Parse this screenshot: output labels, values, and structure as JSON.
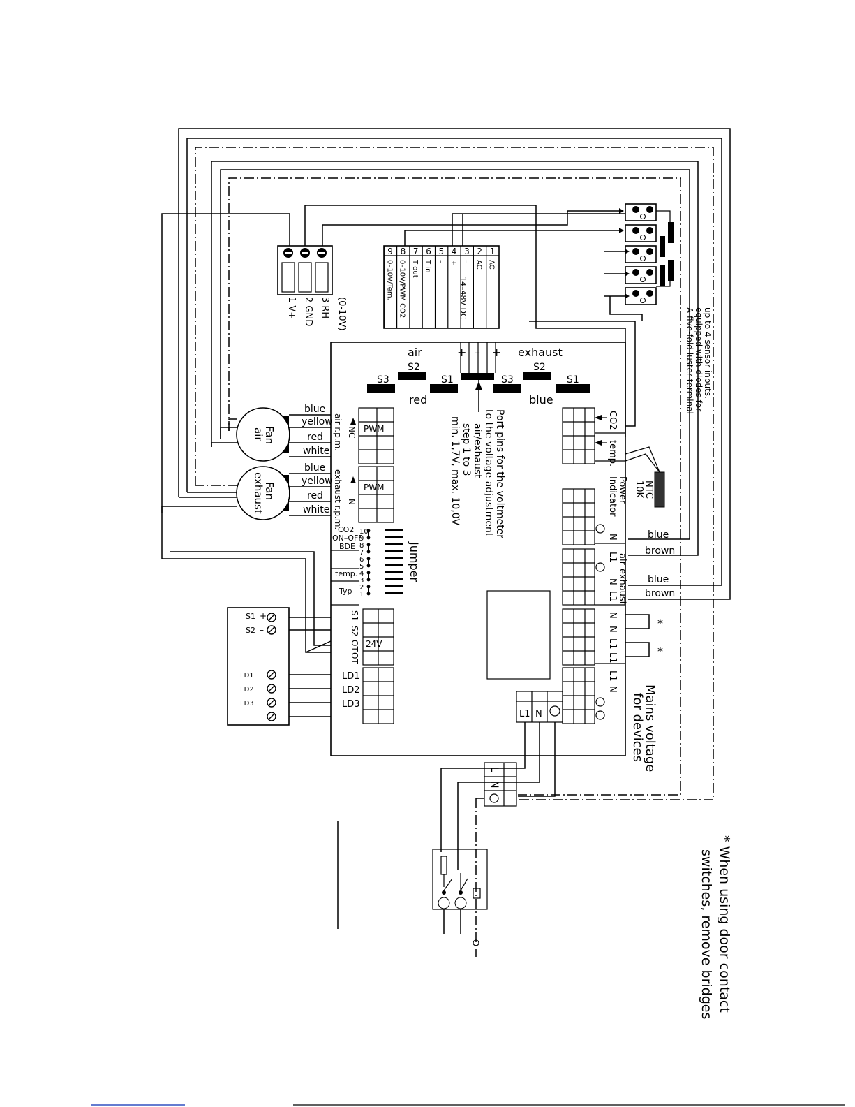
{
  "diagram": {
    "sensor_block": {
      "title": "(0-10V)",
      "terminals": [
        "3 RH",
        "2 GND",
        "1 V+"
      ]
    },
    "module_9pin": {
      "pins": [
        {
          "num": "1",
          "label": "AC"
        },
        {
          "num": "2",
          "label": "AC"
        },
        {
          "num": "3",
          "label": "–"
        },
        {
          "num": "4",
          "label": "+"
        },
        {
          "num": "5",
          "label": "–"
        },
        {
          "num": "6",
          "label": "T in"
        },
        {
          "num": "7",
          "label": "T out"
        },
        {
          "num": "8",
          "label": "0–10V/PWM CO2"
        },
        {
          "num": "9",
          "label": "0–10V/Tem."
        }
      ],
      "supply_label": "14–48V DC"
    },
    "luster_terminal_note": "A five-fold luster terminal equipped with diodes for up to 4 sensor inputs.",
    "speed_switches": {
      "air_label": "air",
      "exhaust_label": "exhaust",
      "red_label": "red",
      "blue_label": "blue",
      "s3": "S3",
      "s2": "S2",
      "s1": "S1",
      "plus": "+",
      "minus": "–"
    },
    "voltmeter_note": [
      "Port pins for the voltmeter",
      "to the voltage adjustment",
      "air/exhaust",
      "step 1 to 3",
      "min. 1,7V, max. 10,0V"
    ],
    "fan_air": {
      "label": [
        "Fan",
        "air"
      ],
      "wires": [
        "blue",
        "yellow",
        "red",
        "white"
      ]
    },
    "fan_exhaust": {
      "label": [
        "Fan",
        "exhaust"
      ],
      "wires": [
        "blue",
        "yellow",
        "red",
        "white"
      ]
    },
    "left_terminals": {
      "air_rpm": "air r.p.m.",
      "exhaust_rpm": "exhaust r.p.m.",
      "nc": "NC",
      "n": "N",
      "pwm": "PWM",
      "s1": "S1",
      "s2": "S2",
      "ot1": "OT",
      "ot2": "OT",
      "v24": "24V",
      "ld": [
        "LD1",
        "LD2",
        "LD3"
      ]
    },
    "jumper": {
      "title": "Jumper",
      "labels": [
        "CO2",
        "ON–OFF",
        "BDE",
        "temp.",
        "Typ"
      ],
      "numbers": [
        "10",
        "9",
        "8",
        "7",
        "6",
        "5",
        "4",
        "3",
        "2",
        "1"
      ]
    },
    "control_unit": {
      "labels": [
        "+",
        "–",
        "S1",
        "S2",
        "LD1",
        "LD2",
        "LD3"
      ]
    },
    "right_terminals": {
      "co2": "CO2",
      "temp": "temp.",
      "ntc": [
        "NTC",
        "10K"
      ],
      "power_indicator": [
        "Power",
        "Indicator"
      ],
      "air": "air",
      "exhaust": "exhaust",
      "n": "N",
      "l1": "L1",
      "wire_blue": "blue",
      "wire_brown": "brown",
      "star": "*"
    },
    "mains": {
      "title": [
        "Mains voltage",
        "for devices"
      ],
      "labels": [
        "L1",
        "N"
      ],
      "lower_labels": [
        "L",
        "N"
      ]
    },
    "footnote": [
      "* When using door contact",
      "switches, remove bridges"
    ]
  }
}
